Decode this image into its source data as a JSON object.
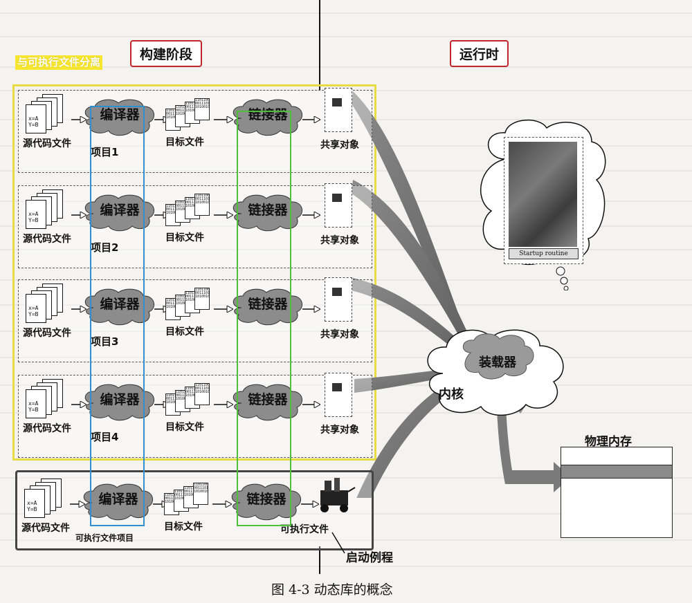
{
  "labels": {
    "build_phase": "构建阶段",
    "runtime": "运行时",
    "separate_from_exe": "与可执行文件分离"
  },
  "rows": [
    {
      "source": "源代码文件",
      "compiler": "编译器",
      "objects": "目标文件",
      "linker": "链接器",
      "output": "共享对象",
      "project": "项目1"
    },
    {
      "source": "源代码文件",
      "compiler": "编译器",
      "objects": "目标文件",
      "linker": "链接器",
      "output": "共享对象",
      "project": "项目2"
    },
    {
      "source": "源代码文件",
      "compiler": "编译器",
      "objects": "目标文件",
      "linker": "链接器",
      "output": "共享对象",
      "project": "项目3"
    },
    {
      "source": "源代码文件",
      "compiler": "编译器",
      "objects": "目标文件",
      "linker": "链接器",
      "output": "共享对象",
      "project": "项目4"
    }
  ],
  "exe_row": {
    "source": "源代码文件",
    "compiler": "编译器",
    "objects": "目标文件",
    "linker": "链接器",
    "output": "可执行文件",
    "project": "可执行文件项目",
    "startup": "启动例程"
  },
  "doc_text": {
    "line1": "x=A",
    "line2": "Y=B"
  },
  "bin_text": [
    "1101100",
    "0011101",
    "1010010"
  ],
  "runtime": {
    "loader": "装载器",
    "kernel": "内核",
    "memory": "物理内存",
    "startup_routine": "Startup routine"
  },
  "caption": "图 4-3   动态库的概念",
  "colors": {
    "outer_box": "#e8dc45",
    "compiler_column": "#2f8fd0",
    "linker_column": "#4fbf3a",
    "label_border": "#c0262b"
  }
}
